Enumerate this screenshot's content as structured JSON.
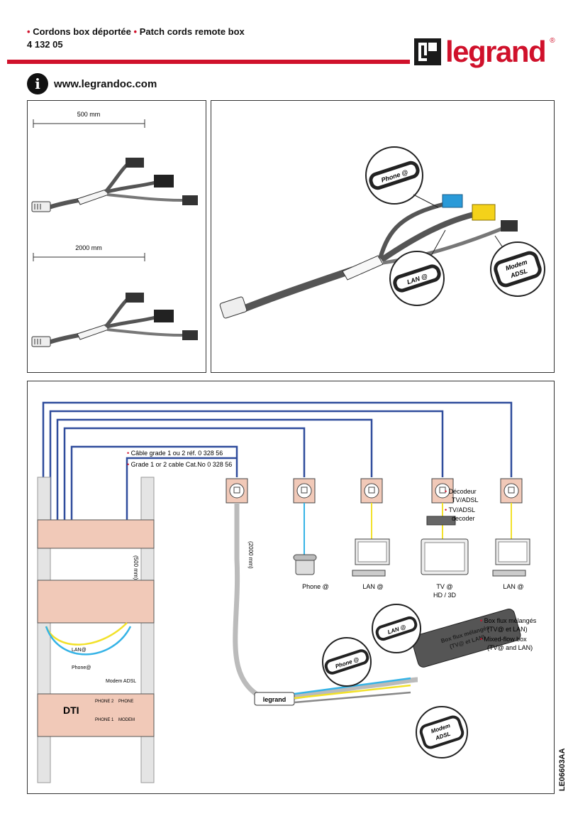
{
  "header": {
    "title_fr": "Cordons box déportée",
    "title_en": "Patch cords remote box",
    "reference": "4 132 05",
    "brand": "legrand",
    "registered": "®"
  },
  "info": {
    "url": "www.legrandoc.com"
  },
  "panel_lengths": {
    "short": "500 mm",
    "long": "2000 mm"
  },
  "labels_top": {
    "phone": "Phone @",
    "lan": "LAN @",
    "modem_line1": "Modem",
    "modem_line2": "ADSL"
  },
  "install": {
    "cable_fr": "Câble grade 1 ou 2 réf. 0 328 56",
    "cable_en": "Grade 1 or 2 cable Cat.No 0 328 56",
    "length_2000": "(2000 mm)",
    "length_500": "(500 mm)",
    "decoder_fr": "Décodeur",
    "decoder_fr2": "TV/ADSL",
    "decoder_en": "TV/ADSL",
    "decoder_en2": "decoder",
    "phone_label": "Phone @",
    "lan_label_1": "LAN @",
    "tv_label": "TV @",
    "tv_sub": "HD / 3D",
    "lan_label_2": "LAN @",
    "lan_small": "LAN@",
    "phone_small": "Phone@",
    "modem_small": "Modem ADSL",
    "dti": "DTI",
    "box_fr_1": "Box flux mélangés",
    "box_fr_2": "(TV@ et LAN)",
    "box_en_1": "Mixed-flow box",
    "box_en_2": "(TV@ and LAN)",
    "box_device_1": "Box flux mélangés",
    "box_device_2": "(TV@ et LAN)",
    "plug_brand": "legrand",
    "tag_phone": "Phone @",
    "tag_lan": "LAN @",
    "tag_modem_1": "Modem",
    "tag_modem_2": "ADSL",
    "phone_port_1": "PHONE 2",
    "phone_port_2": "PHONE",
    "phone_port_3": "PHONE 1",
    "modem_port": "MODEM"
  },
  "footer": {
    "doc_code": "LE06603AA"
  },
  "colors": {
    "brand_red": "#d0112b",
    "cable_blue": "#2f4c9c",
    "wire_yellow": "#f2e12a",
    "wire_cyan": "#35b3e6",
    "plug_blue": "#2a9ad8",
    "plug_yellow": "#f4d21a",
    "patch_salmon": "#f1c9b8",
    "purple": "#7b3f99"
  }
}
